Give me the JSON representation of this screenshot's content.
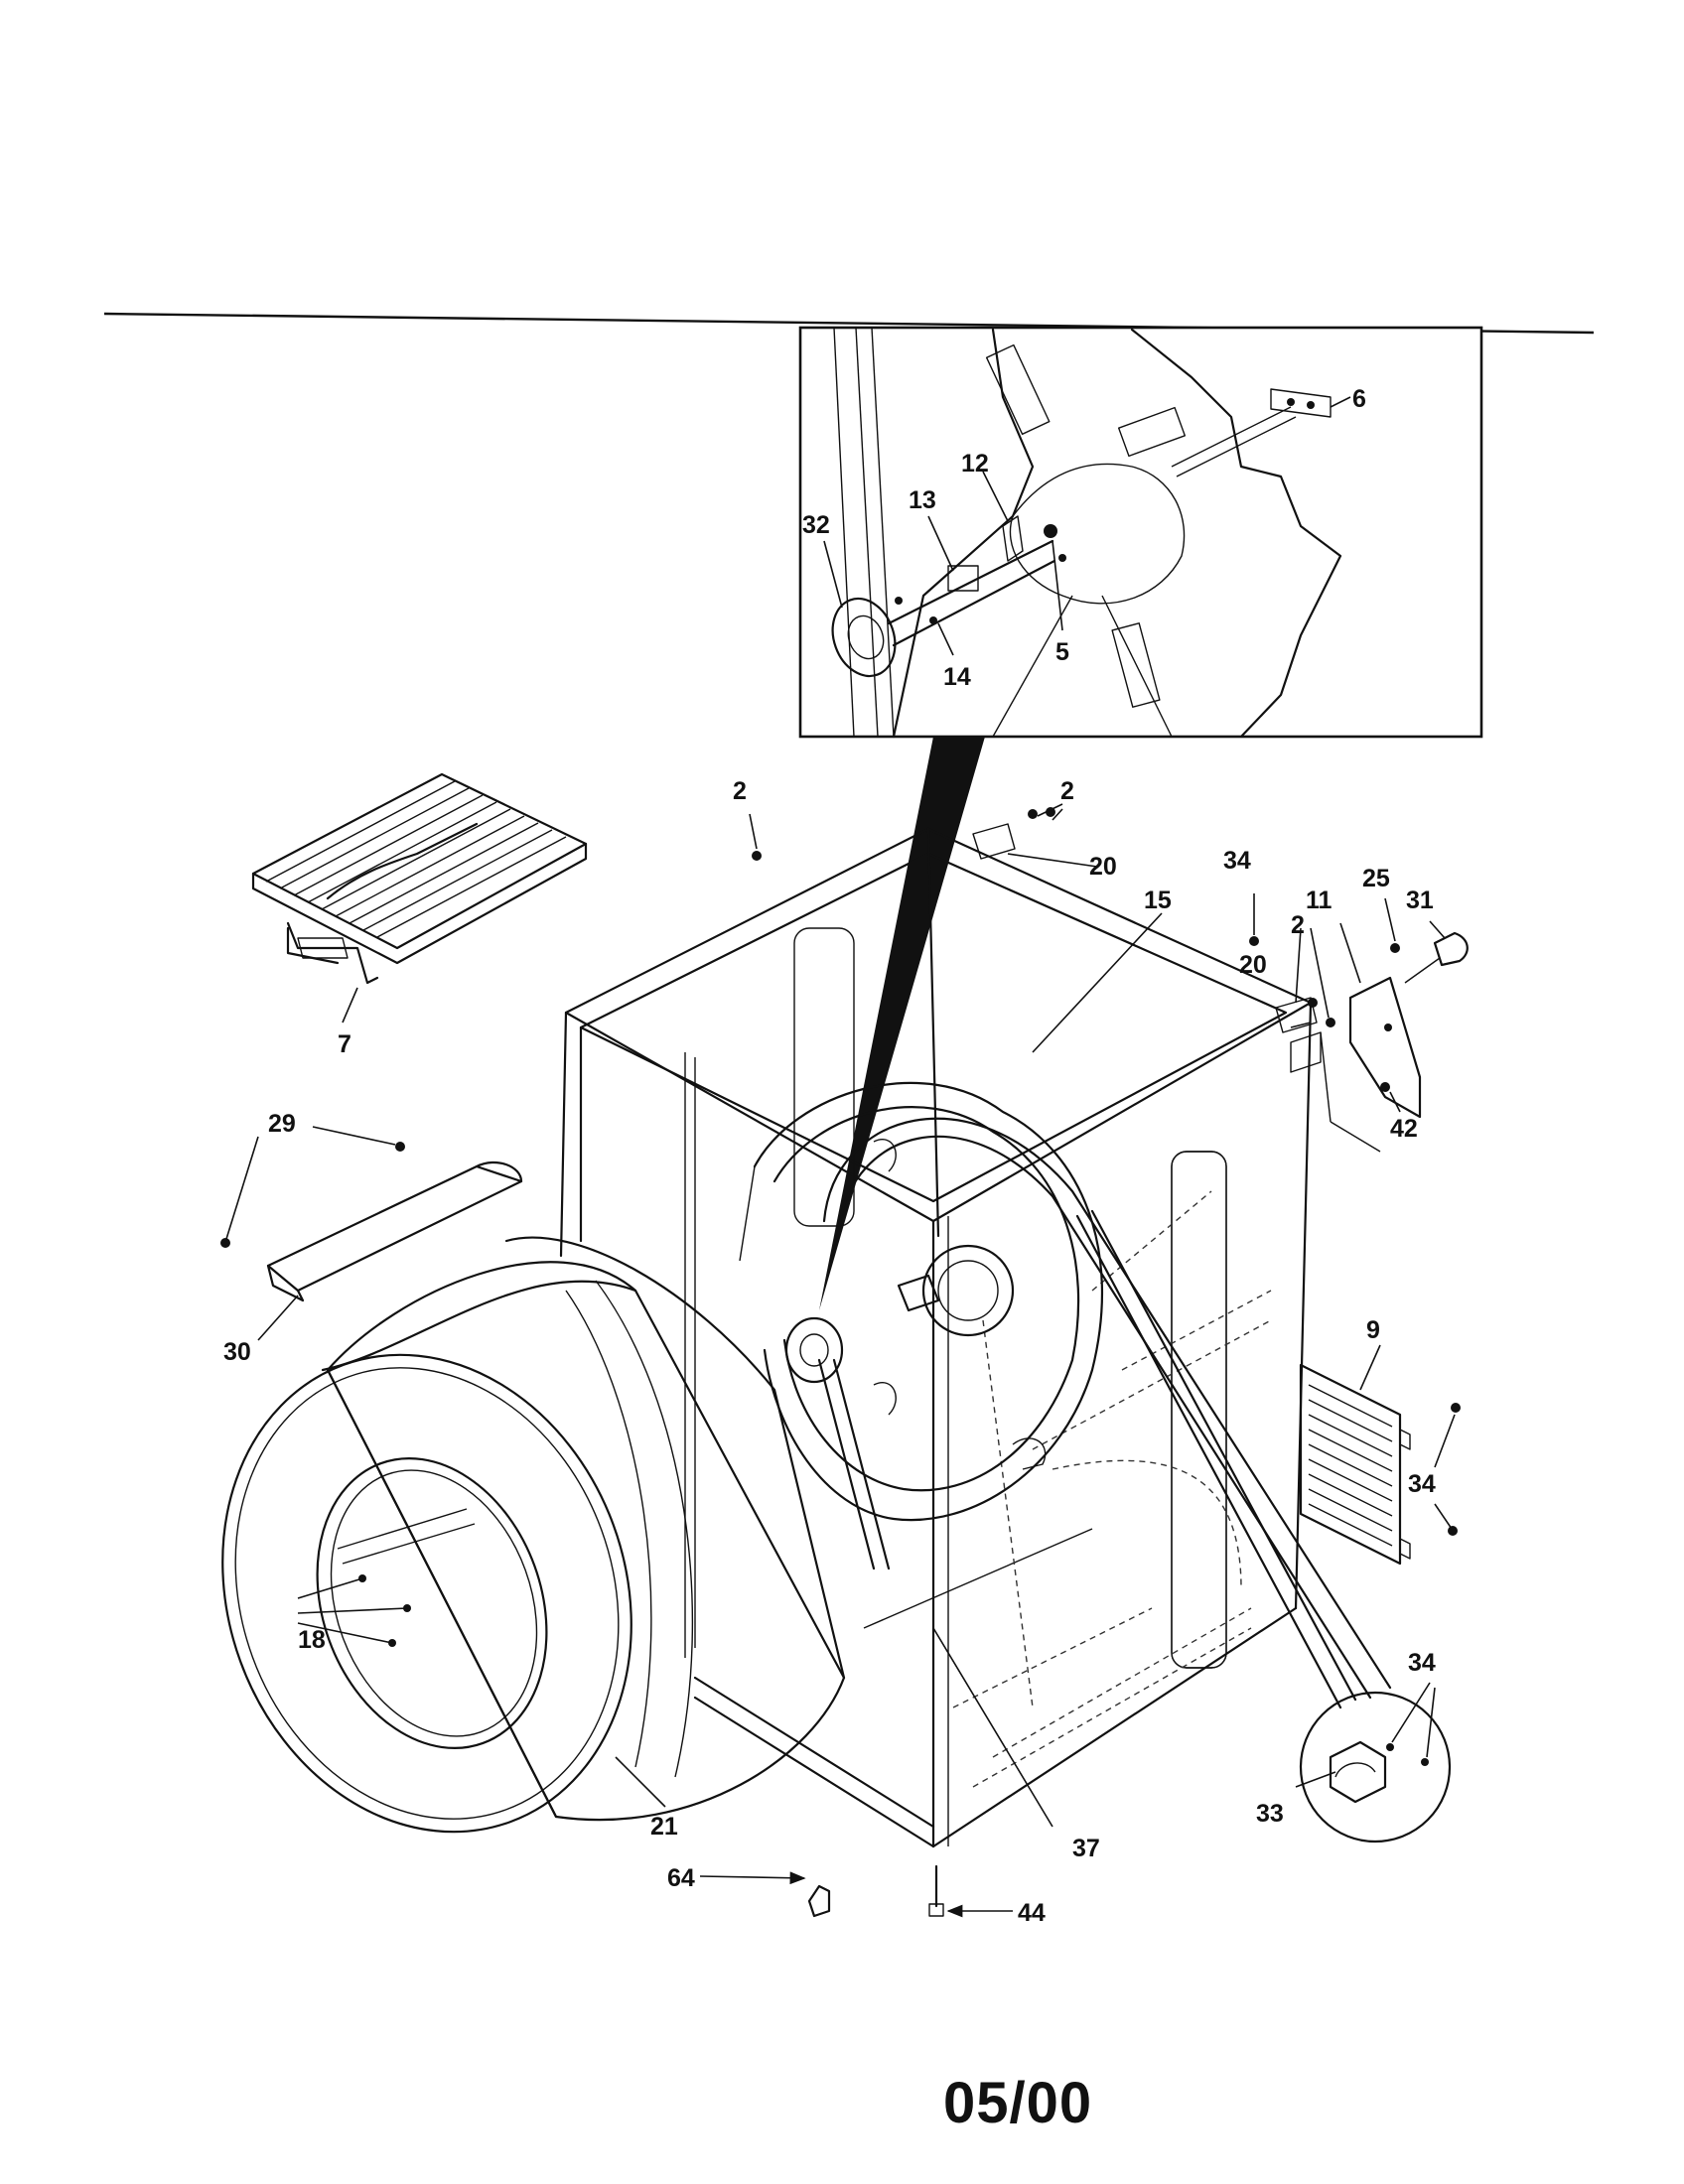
{
  "labels": {
    "p2a": "2",
    "p2b": "2",
    "p2c": "2",
    "p5": "5",
    "p6": "6",
    "p7": "7",
    "p9": "9",
    "p11": "11",
    "p12": "12",
    "p13": "13",
    "p14": "14",
    "p15": "15",
    "p18": "18",
    "p20a": "20",
    "p20b": "20",
    "p21": "21",
    "p25": "25",
    "p29": "29",
    "p30": "30",
    "p31": "31",
    "p32": "32",
    "p33": "33",
    "p34a": "34",
    "p34b": "34",
    "p34c": "34",
    "p37": "37",
    "p42": "42",
    "p44": "44",
    "p64": "64"
  },
  "footer": {
    "code": "05/00"
  }
}
